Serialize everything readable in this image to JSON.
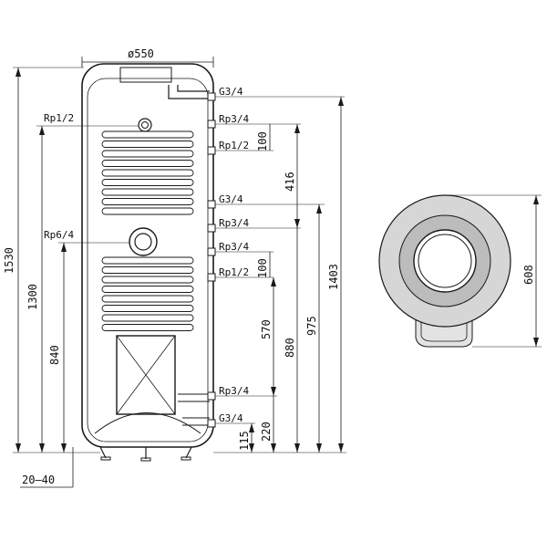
{
  "colors": {
    "line": "#1a1a1a",
    "fill_light": "#d9d9d9",
    "fill_mid": "#bdbdbd",
    "background": "#ffffff"
  },
  "dimensions": {
    "top_diameter": "ø550",
    "overall_height": "1530",
    "height_1300": "1300",
    "height_840": "840",
    "feet": "20–40",
    "d416": "416",
    "d100_upper": "100",
    "d100_lower": "100",
    "d570": "570",
    "d880": "880",
    "d975": "975",
    "d1403": "1403",
    "d220": "220",
    "d115": "115",
    "side_diameter": "608"
  },
  "connections": {
    "left_upper": "Rp1/2",
    "left_mid": "Rp6/4",
    "r1": "G3/4",
    "r2": "Rp3/4",
    "r3": "Rp1/2",
    "r4": "G3/4",
    "r5": "Rp3/4",
    "r6": "Rp3/4",
    "r7": "Rp1/2",
    "r8": "Rp3/4",
    "r9": "G3/4"
  }
}
